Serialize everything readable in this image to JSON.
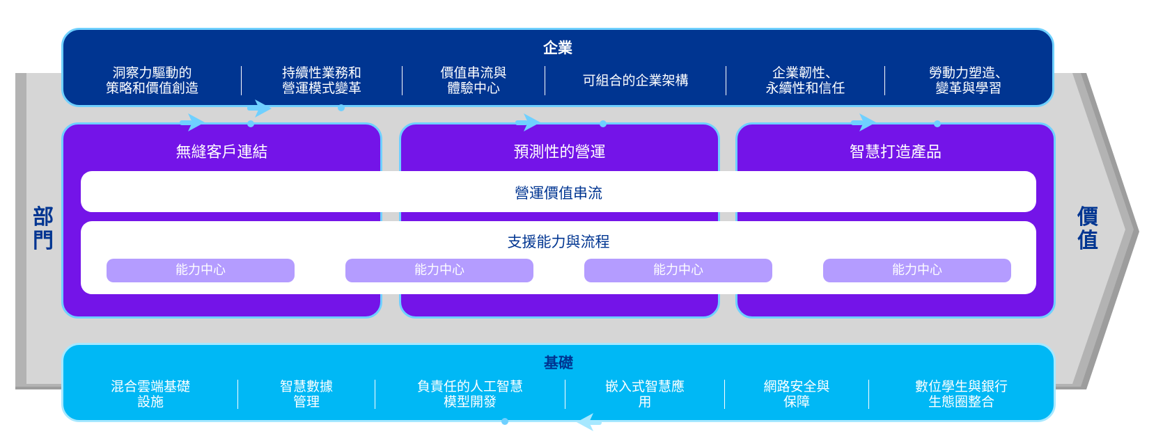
{
  "left_label": "部門",
  "right_label": "價值",
  "enterprise": {
    "title": "企業",
    "items": [
      "洞察力驅動的\n策略和價值創造",
      "持續性業務和\n營運模式變革",
      "價值串流與\n體驗中心",
      "可組合的企業架構",
      "企業韌性、\n永續性和信任",
      "勞動力塑造、\n變革與學習"
    ]
  },
  "pillars": [
    {
      "title": "無縫客戶連結"
    },
    {
      "title": "預測性的營運"
    },
    {
      "title": "智慧打造產品"
    }
  ],
  "operations_value_stream": "營運價值串流",
  "support": {
    "title": "支援能力與流程",
    "centers": [
      "能力中心",
      "能力中心",
      "能力中心",
      "能力中心"
    ]
  },
  "foundation": {
    "title": "基礎",
    "items": [
      "混合雲端基礎\n設施",
      "智慧數據\n管理",
      "負責任的人工智慧\n模型開發",
      "嵌入式智慧應\n用",
      "網路安全與\n保障",
      "數位學生與銀行\n生態圈整合"
    ]
  },
  "colors": {
    "navy": "#003591",
    "purple": "#7414e8",
    "cyan": "#00b8f5",
    "lavender": "#b49cff",
    "flow_accent": "#6fd0ff",
    "band_grey": "#d6d6d6"
  }
}
